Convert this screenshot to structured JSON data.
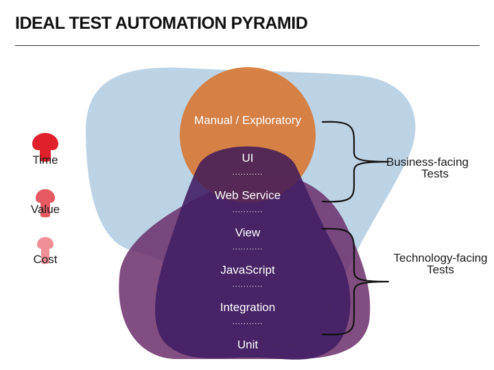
{
  "title": "IDEAL TEST AUTOMATION PYRAMID",
  "top_circle_label": "Manual / Exploratory",
  "layers": [
    "UI",
    "Web Service",
    "View",
    "JavaScript",
    "Integration",
    "Unit"
  ],
  "separator": "...........",
  "legend": [
    {
      "label": "Time",
      "color": "#e0202a",
      "icon": "up-arrow-icon"
    },
    {
      "label": "Value",
      "color": "#e85a63",
      "icon": "up-arrow-icon"
    },
    {
      "label": "Cost",
      "color": "#ef8f96",
      "icon": "up-arrow-icon"
    }
  ],
  "groups": {
    "business": [
      "Business-facing",
      "Tests"
    ],
    "technology": [
      "Technology-facing",
      "Tests"
    ]
  },
  "colors": {
    "light_blue": "#bcd3e6",
    "orange": "#d77a38",
    "purple": "#6b2f6b",
    "dark_purple": "#431f64"
  }
}
